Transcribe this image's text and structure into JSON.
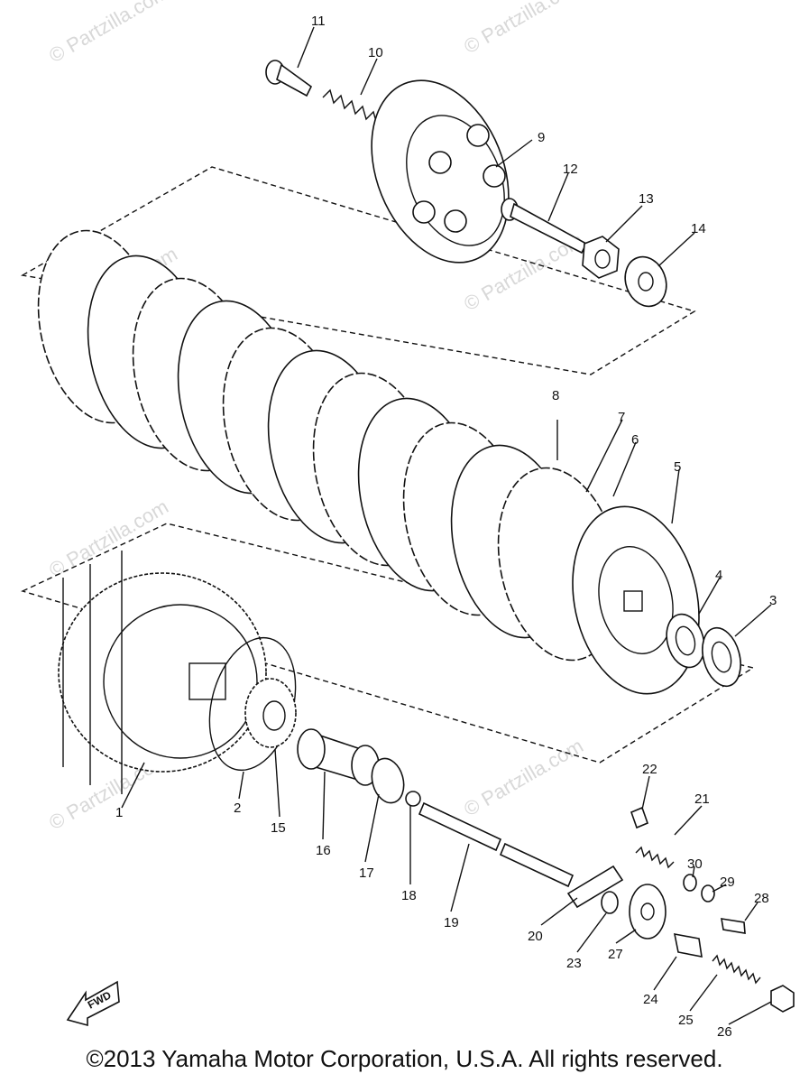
{
  "watermark": "© Partzilla.com",
  "fwd_label": "FWD",
  "copyright": "©2013 Yamaha Motor Corporation, U.S.A. All rights reserved.",
  "callouts": [
    "1",
    "2",
    "3",
    "4",
    "5",
    "6",
    "7",
    "8",
    "9",
    "10",
    "11",
    "12",
    "13",
    "14",
    "15",
    "16",
    "17",
    "18",
    "19",
    "20",
    "21",
    "22",
    "23",
    "24",
    "25",
    "26",
    "27",
    "28",
    "29",
    "30"
  ]
}
